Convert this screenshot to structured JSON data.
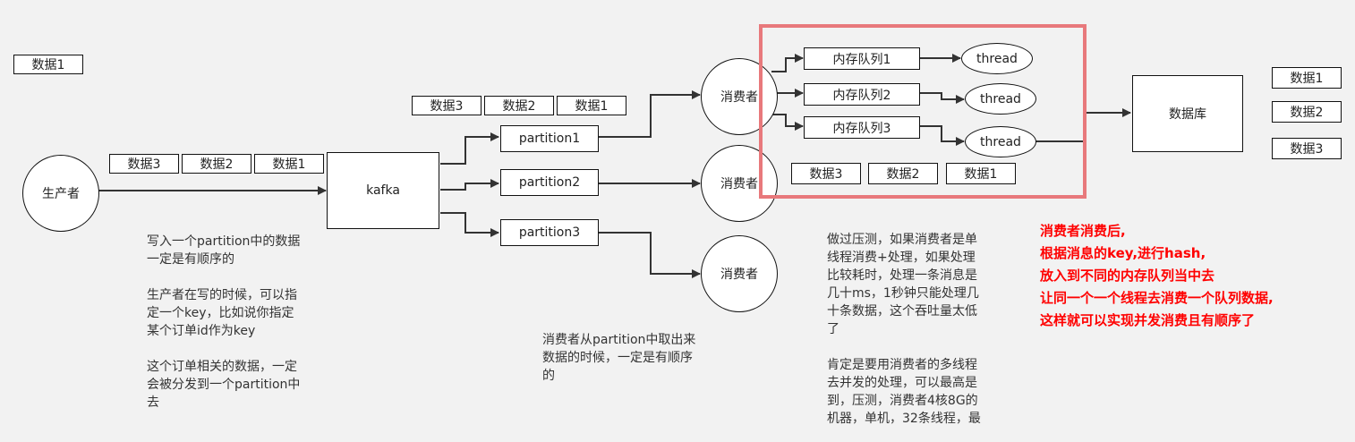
{
  "nodes": {
    "producer": "生产者",
    "kafka": "kafka",
    "partition1": "partition1",
    "partition2": "partition2",
    "partition3": "partition3",
    "consumer1": "消费者",
    "consumer2": "消费者",
    "consumer3": "消费者",
    "queue1": "内存队列1",
    "queue2": "内存队列2",
    "queue3": "内存队列3",
    "thread1": "thread",
    "thread2": "thread",
    "thread3": "thread",
    "database": "数据库"
  },
  "data_labels": {
    "standalone": "数据1",
    "producer_row": [
      "数据3",
      "数据2",
      "数据1"
    ],
    "partition_row": [
      "数据3",
      "数据2",
      "数据1"
    ],
    "consumer_row": [
      "数据3",
      "数据2",
      "数据1"
    ],
    "database_column": [
      "数据1",
      "数据2",
      "数据3"
    ]
  },
  "notes": {
    "producer_note": [
      "写入一个partition中的数据\n一定是有顺序的",
      "生产者在写的时候，可以指\n定一个key，比如说你指定\n某个订单id作为key",
      "这个订单相关的数据，一定\n会被分发到一个partition中\n去"
    ],
    "consumer_note": "消费者从partition中取出来\n数据的时候，一定是有顺序\n的",
    "perf_note": [
      "做过压测，如果消费者是单\n线程消费+处理，如果处理\n比较耗时，处理一条消息是\n几十ms，1秒钟只能处理几\n十条数据，这个吞吐量太低\n了",
      "肯定是要用消费者的多线程\n去并发的处理，可以最高是\n到，压测，消费者4核8G的\n机器，单机，32条线程，最"
    ],
    "red_note": [
      "消费者消费后,",
      "根据消息的key,进行hash,",
      "放入到不同的内存队列当中去",
      "让同一个一个线程去消费一个队列数据,",
      "这样就可以实现并发消费且有顺序了"
    ]
  },
  "colors": {
    "highlight": "#e8797c",
    "red_text": "#ff0000",
    "background": "#f2f2f2"
  }
}
